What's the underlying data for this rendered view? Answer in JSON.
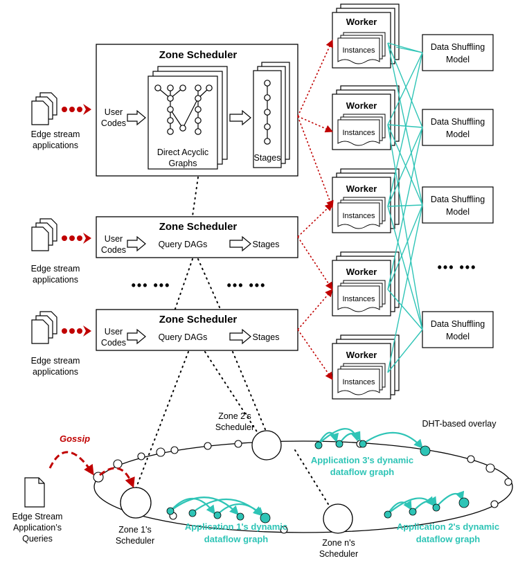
{
  "colors": {
    "teal": "#2ec4b6",
    "red": "#c00000",
    "black": "#000000"
  },
  "edge_app_label": [
    "Edge stream",
    "applications"
  ],
  "zone_scheduler_title": "Zone Scheduler",
  "user_codes_label": [
    "User",
    "Codes"
  ],
  "dag_label": [
    "Direct Acyclic",
    "Graphs"
  ],
  "stages_label": "Stages",
  "query_dags_label": "Query DAGs",
  "worker_label": "Worker",
  "instances_label": "Instances",
  "data_shuffling_label": [
    "Data Shuffling",
    "Model"
  ],
  "ellipsis": "••• •••",
  "overlay": {
    "title": "DHT-based overlay",
    "gossip": "Gossip",
    "queries_label": [
      "Edge Stream",
      "Application’s",
      "Queries"
    ],
    "zone1": [
      "Zone 1's",
      "Scheduler"
    ],
    "zone2": [
      "Zone 2's",
      "Scheduler"
    ],
    "zonen": [
      "Zone n's",
      "Scheduler"
    ],
    "app1": [
      "Application 1's dynamic",
      "dataflow graph"
    ],
    "app2": [
      "Application 2's dynamic",
      "dataflow graph"
    ],
    "app3": [
      "Application 3's dynamic",
      "dataflow graph"
    ]
  }
}
